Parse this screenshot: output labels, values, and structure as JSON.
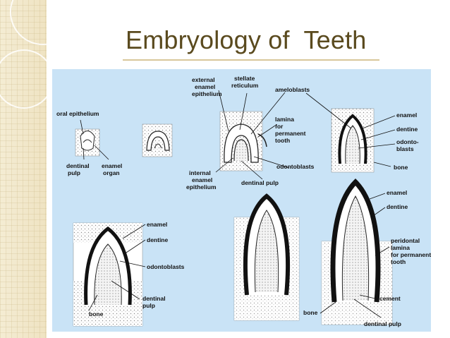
{
  "slide": {
    "title": "Embryology of  Teeth"
  },
  "labels": {
    "oral_epithelium": "oral epithelium",
    "dentinal_pulp_1": [
      "dentinal",
      "pulp"
    ],
    "enamel_organ": [
      "enamel",
      "organ"
    ],
    "external_enamel_epithelium": [
      "external",
      "enamel",
      "epithelium"
    ],
    "stellate_reticulum": [
      "stellate",
      "reticulum"
    ],
    "ameloblasts": "ameloblasts",
    "lamina_permanent": [
      "lamina",
      "for",
      "permanent",
      "tooth"
    ],
    "odontoblasts_1": "odontoblasts",
    "internal_enamel_epithelium": [
      "internal",
      "enamel",
      "epithelium"
    ],
    "dentinal_pulp_2": "dentinal pulp",
    "enamel_1": "enamel",
    "dentine_1": "dentine",
    "odontoblasts_2": [
      "odonto-",
      "blasts"
    ],
    "bone_1": "bone",
    "enamel_2": "enamel",
    "dentine_2": "dentine",
    "odontoblasts_3": "odontoblasts",
    "bone_2": "bone",
    "dentinal_pulp_3": [
      "dentinal",
      "pulp"
    ],
    "enamel_3": "enamel",
    "dentine_3": "dentine",
    "peridontal_lamina": [
      "peridontal",
      "lamina",
      "for permanent",
      "tooth"
    ],
    "cement": "cement",
    "bone_3": "bone",
    "dentinal_pulp_4": "dentinal pulp"
  }
}
